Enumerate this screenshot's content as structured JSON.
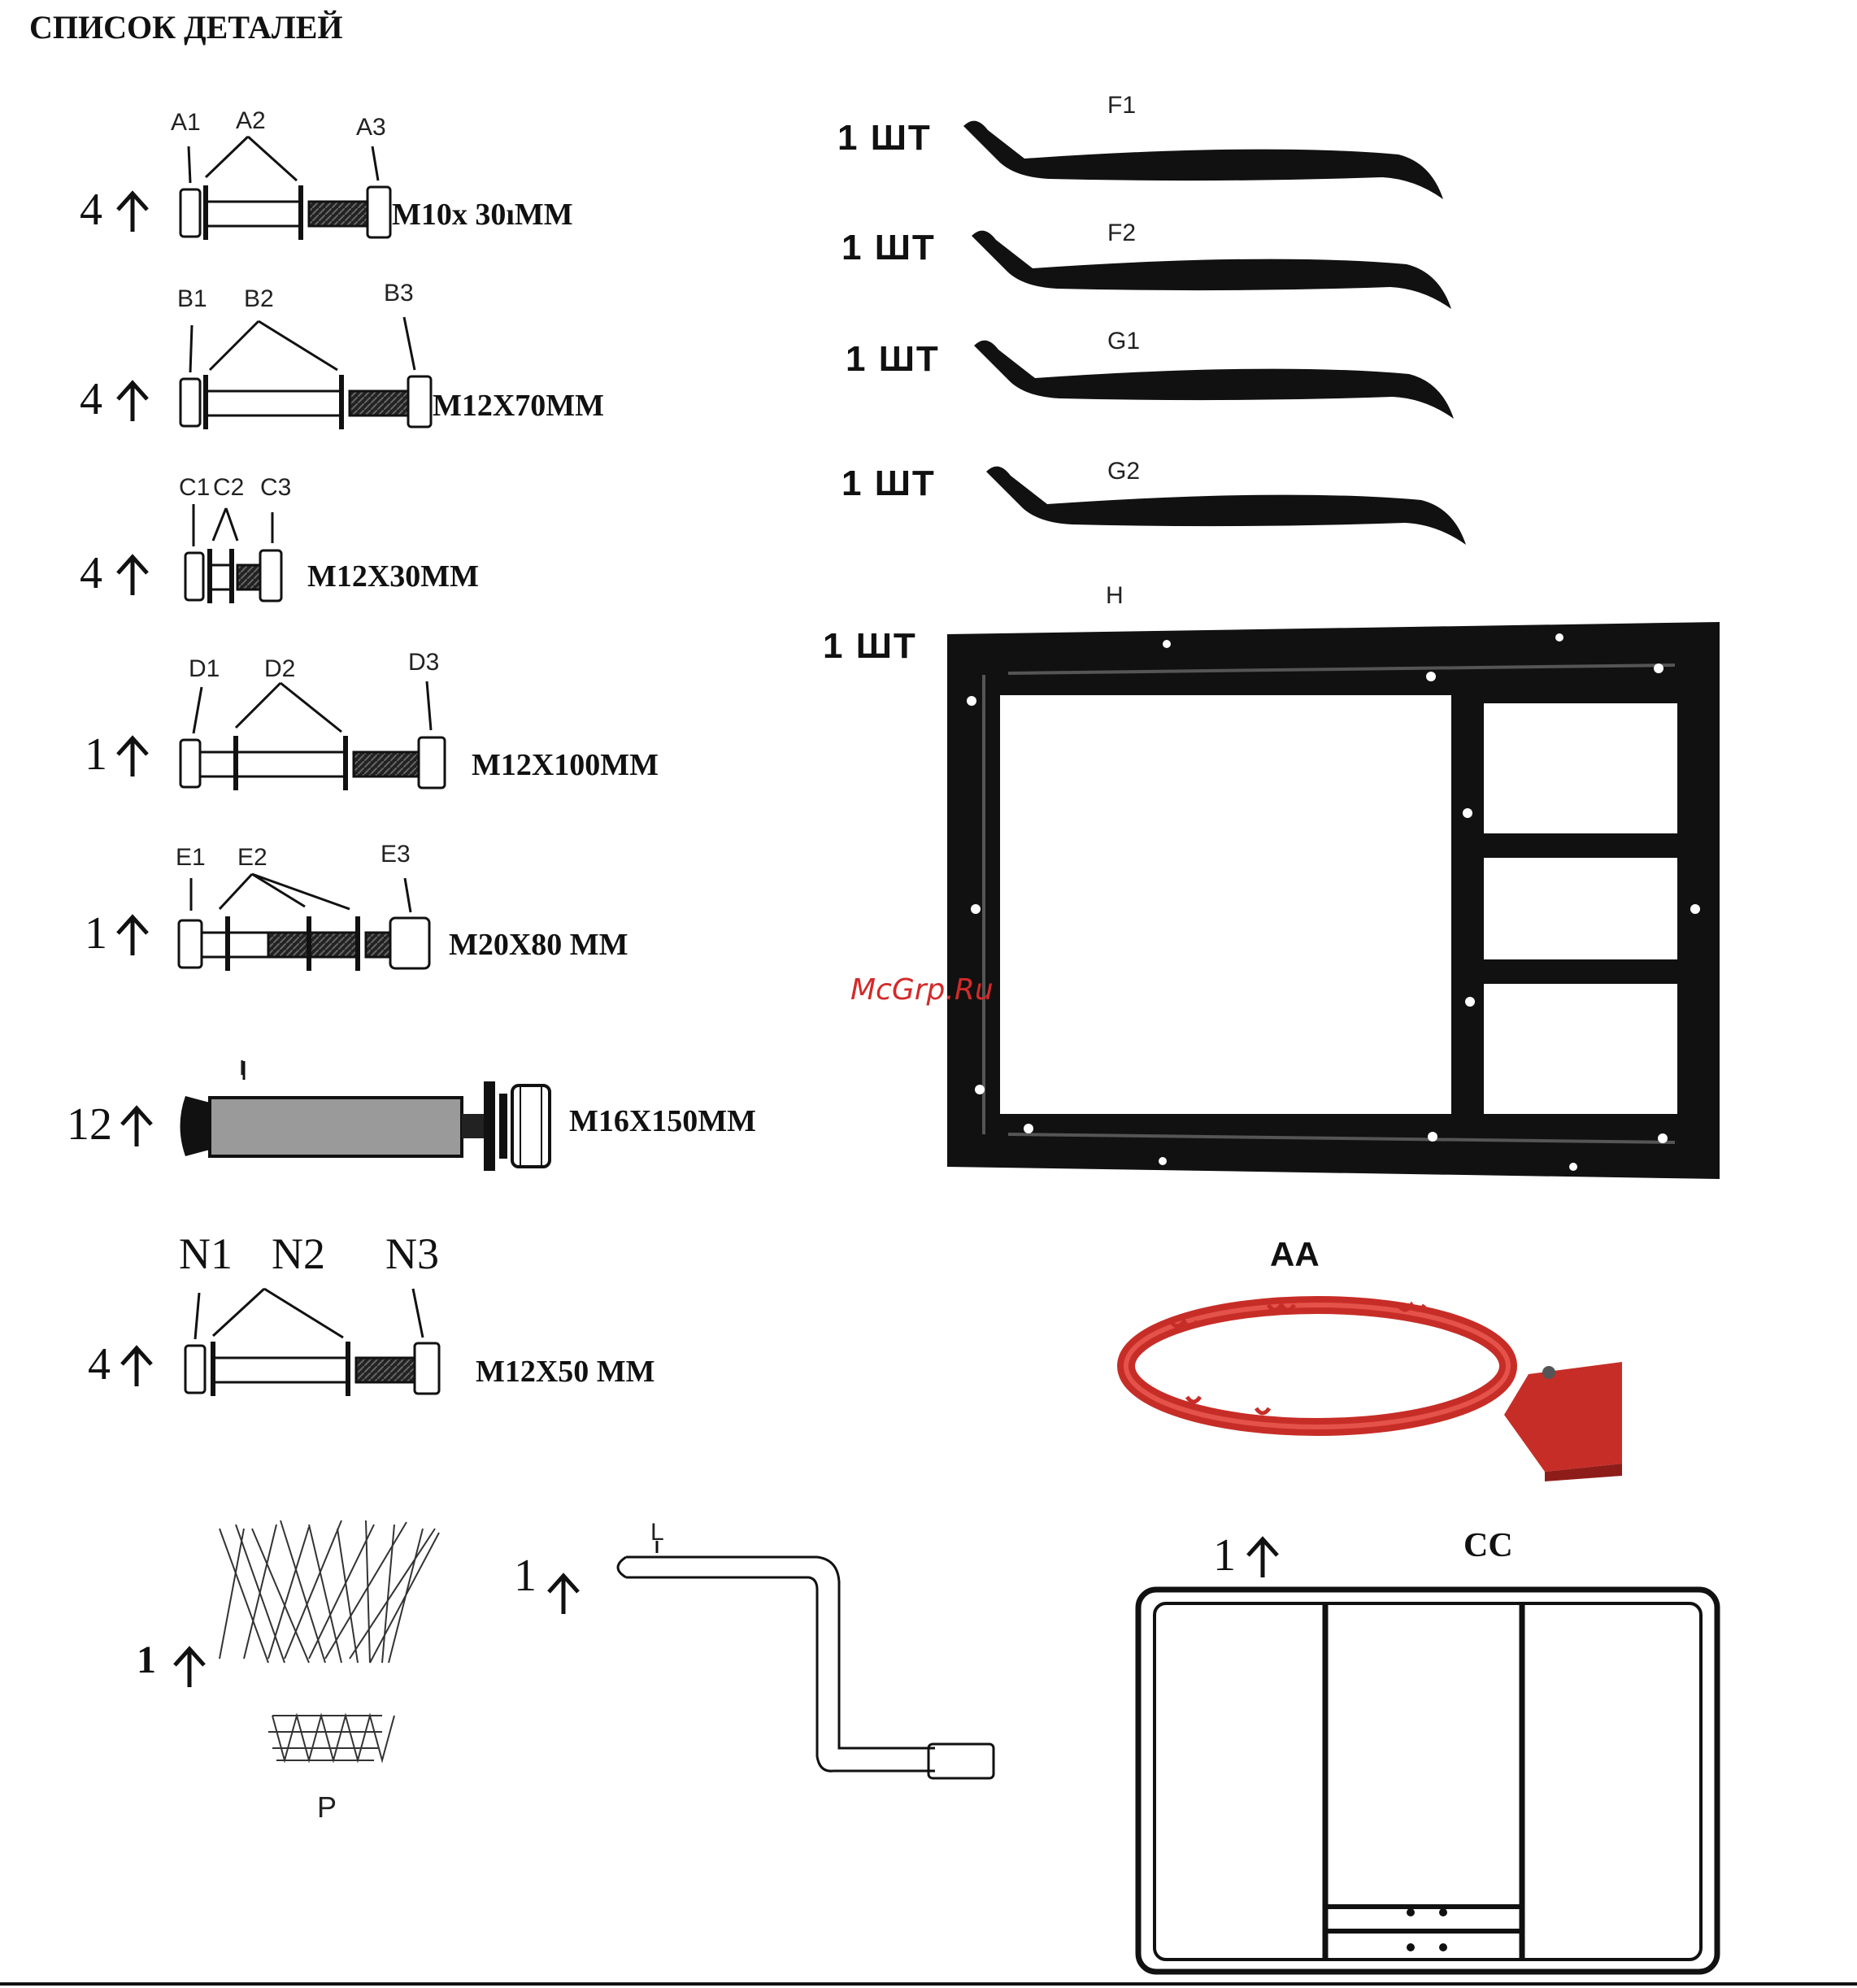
{
  "title": "СПИСОК ДЕТАЛЕЙ",
  "watermark": "McGrp.Ru",
  "bolts": [
    {
      "qty": "4",
      "labels": [
        "A1",
        "A2",
        "A3"
      ],
      "size": "M10x 30ıMM"
    },
    {
      "qty": "4",
      "labels": [
        "B1",
        "B2",
        "B3"
      ],
      "size": "M12X70MM"
    },
    {
      "qty": "4",
      "labels": [
        "C1",
        "C2",
        "C3"
      ],
      "size": "M12X30MM"
    },
    {
      "qty": "1",
      "labels": [
        "D1",
        "D2",
        "D3"
      ],
      "size": "M12X100MM"
    },
    {
      "qty": "1",
      "labels": [
        "E1",
        "E2",
        "E3"
      ],
      "size": "M20X80  MM"
    },
    {
      "qty": "12",
      "labels": [
        "I"
      ],
      "size": "M16X150MM"
    },
    {
      "qty": "4",
      "labels": [
        "N1",
        "N2",
        "N3"
      ],
      "size": "M12X50 MM"
    }
  ],
  "arms": [
    {
      "qty": "1 ШТ",
      "label": "F1"
    },
    {
      "qty": "1 ШТ",
      "label": "F2"
    },
    {
      "qty": "1 ШТ",
      "label": "G1"
    },
    {
      "qty": "1 ШТ",
      "label": "G2"
    }
  ],
  "frame": {
    "qty": "1 ШТ",
    "label": "H"
  },
  "rim": {
    "label": "AA",
    "color": "#d9322b"
  },
  "net": {
    "qty": "1",
    "label": "P"
  },
  "crank": {
    "qty": "1",
    "label": "L"
  },
  "backboard": {
    "qty": "1",
    "label": "CC"
  },
  "icons": {
    "qty_arrow": "up-arrow-icon"
  }
}
